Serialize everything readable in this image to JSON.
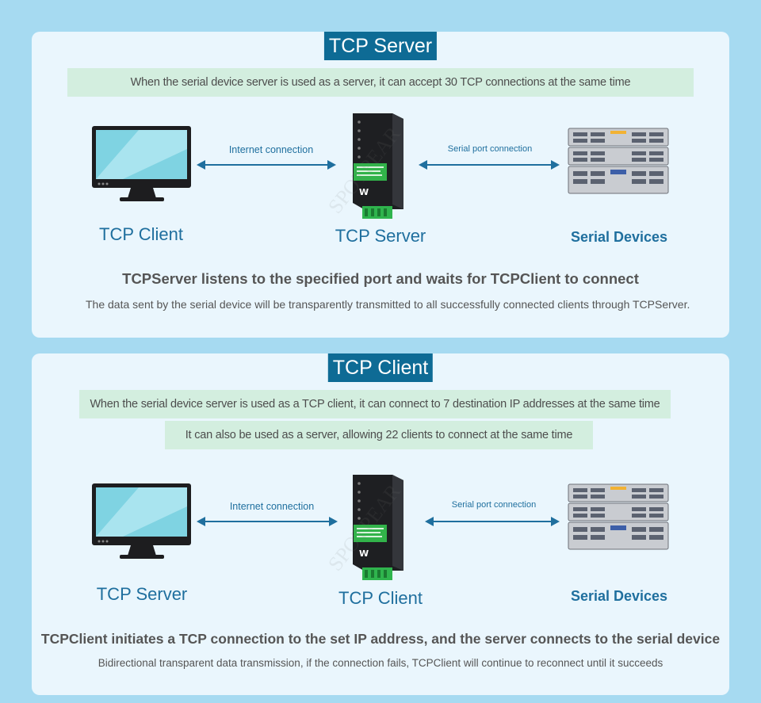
{
  "colors": {
    "background": "#a6daf1",
    "panel": "#eaf6fd",
    "title_bg": "#0e6b95",
    "band_bg": "#d3eedf",
    "accent_blue": "#1f6f9e"
  },
  "server_panel": {
    "title": "TCP Server",
    "band": "When the serial device server is used as a server, it can accept 30 TCP connections at the same time",
    "left_node": "TCP Client",
    "center_node": "TCP Server",
    "right_node": "Serial Devices",
    "left_connection": "Internet connection",
    "right_connection": "Serial port connection",
    "description": "TCPServer listens to the specified port and waits for TCPClient to connect",
    "sub_description": "The data sent by the serial device will be transparently transmitted to all successfully connected clients through TCPServer."
  },
  "client_panel": {
    "title": "TCP Client",
    "band1": "When the serial device server is used as a TCP client, it can connect to 7 destination IP addresses at the same time",
    "band2": "It can also be used as a server, allowing 22 clients to connect at the same time",
    "left_node": "TCP Server",
    "center_node": "TCP Client",
    "right_node": "Serial Devices",
    "left_connection": "Internet connection",
    "right_connection": "Serial port connection",
    "description": "TCPClient initiates a TCP connection to the set IP address, and the server connects to the serial device",
    "sub_description": "Bidirectional transparent data transmission, if the connection fails, TCPClient will continue to reconnect until it succeeds"
  },
  "watermark": "SPOTPEAR",
  "icons": [
    "monitor-icon",
    "serial-server-device-icon",
    "server-rack-icon",
    "double-arrow-icon"
  ]
}
